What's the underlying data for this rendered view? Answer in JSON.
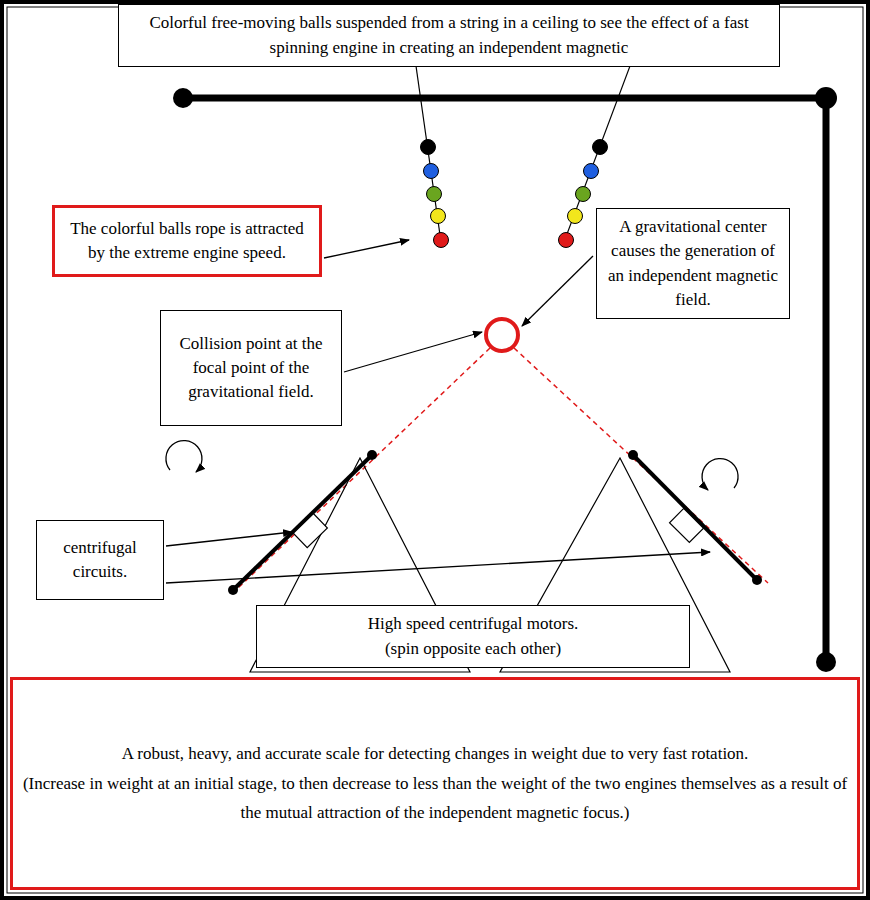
{
  "diagram": {
    "nodes": [
      {
        "text": [
          "Colorful free-moving balls suspended from a string in a ceiling to see the effect of a fast spinning engine in creating an independent magnetic"
        ]
      },
      {
        "text": [
          "The colorful balls rope is attracted by the extreme engine speed."
        ]
      },
      {
        "text": [
          "A gravitational center causes the generation of an independent magnetic field."
        ]
      },
      {
        "text": [
          "Collision point at the focal point of the gravitational field."
        ]
      },
      {
        "text": [
          "centrifugal circuits."
        ]
      },
      {
        "text": [
          "High speed centrifugal motors.",
          "(spin opposite each other)"
        ]
      },
      {
        "text": [
          "A robust, heavy, and accurate scale for detecting changes in weight due to very fast rotation.",
          "(Increase in weight at an initial stage, to then decrease to less than the weight of the two engines themselves as a result of the mutual attraction of the independent magnetic focus.)"
        ]
      }
    ]
  }
}
